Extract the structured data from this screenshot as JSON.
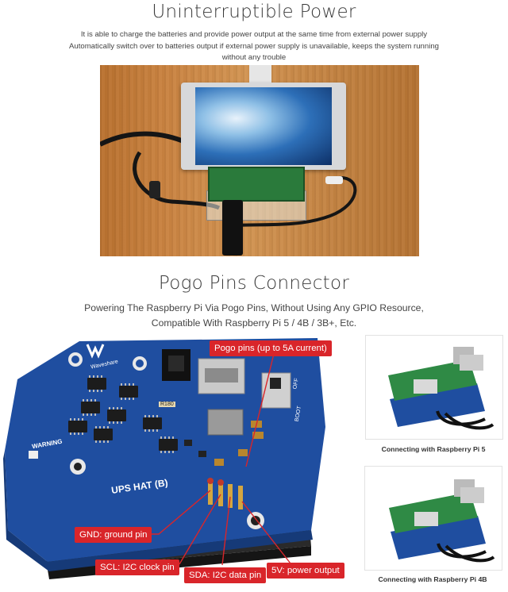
{
  "section1": {
    "title": "Uninterruptible Power",
    "lines": [
      "It is able to charge the batteries and provide power output at the same time from external power supply",
      "Automatically switch over to batteries output if external power supply is unavailable, keeps the system running",
      "without any trouble"
    ]
  },
  "section2": {
    "title": "Pogo Pins Connector",
    "lines": [
      "Powering The Raspberry Pi Via Pogo Pins, Without Using Any GPIO Resource,",
      "Compatible With Raspberry Pi 5 / 4B / 3B+, Etc."
    ]
  },
  "board": {
    "brand": "Waveshare",
    "name": "UPS HAT (B)",
    "warning": "WARNING",
    "boot": "BOOT",
    "off": "OFF",
    "resistor": "R180",
    "callouts": {
      "pogo": "Pogo pins (up to 5A current)",
      "gnd": "GND: ground pin",
      "scl": "SCL: I2C clock pin",
      "sda": "SDA: I2C data pin",
      "v5": "5V: power output"
    }
  },
  "thumbs": [
    {
      "caption": "Connecting with Raspberry Pi 5"
    },
    {
      "caption": "Connecting with Raspberry Pi 4B"
    }
  ],
  "colors": {
    "callout": "#d9252a",
    "pcb": "#1f4ea0",
    "rpi_green": "#2f8a45"
  }
}
